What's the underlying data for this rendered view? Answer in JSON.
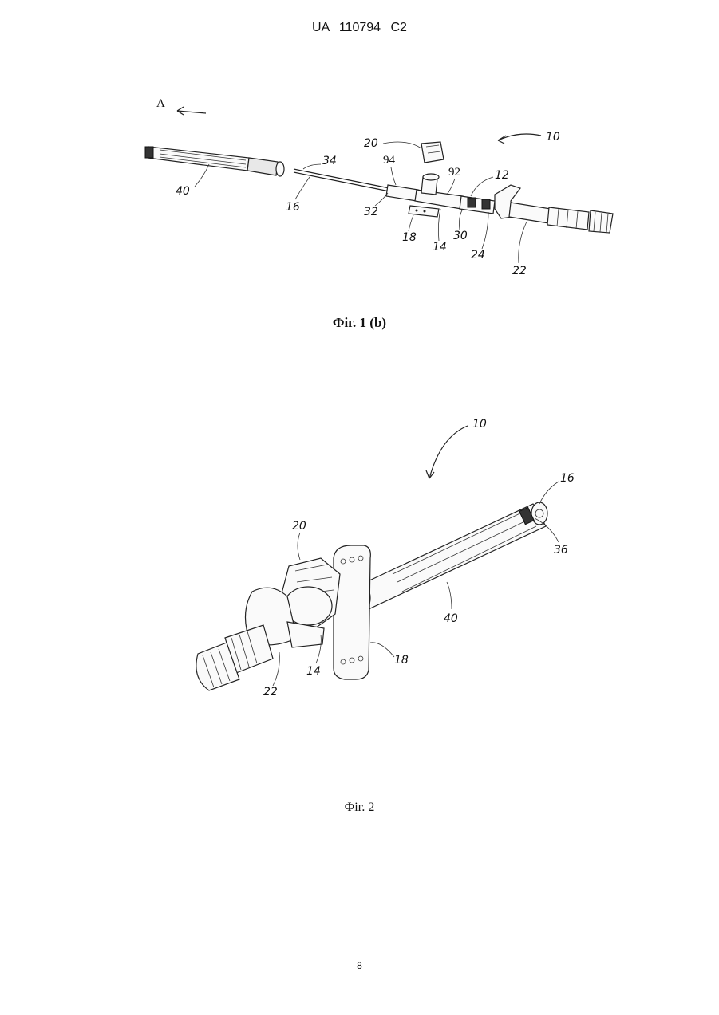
{
  "header": {
    "text": "UA 110794 C2"
  },
  "figure1": {
    "caption": "Фіг. 1 (b)",
    "labels": {
      "A": "A",
      "l10": "10",
      "l20": "20",
      "l34": "34",
      "l94": "94",
      "l92": "92",
      "l12": "12",
      "l40": "40",
      "l16": "16",
      "l32": "32",
      "l18": "18",
      "l14": "14",
      "l30": "30",
      "l24": "24",
      "l22": "22"
    }
  },
  "figure2": {
    "caption": "Фіг. 2",
    "labels": {
      "l10": "10",
      "l16": "16",
      "l36": "36",
      "l20": "20",
      "l40": "40",
      "l18": "18",
      "l14": "14",
      "l22": "22"
    }
  },
  "page_number": "8"
}
